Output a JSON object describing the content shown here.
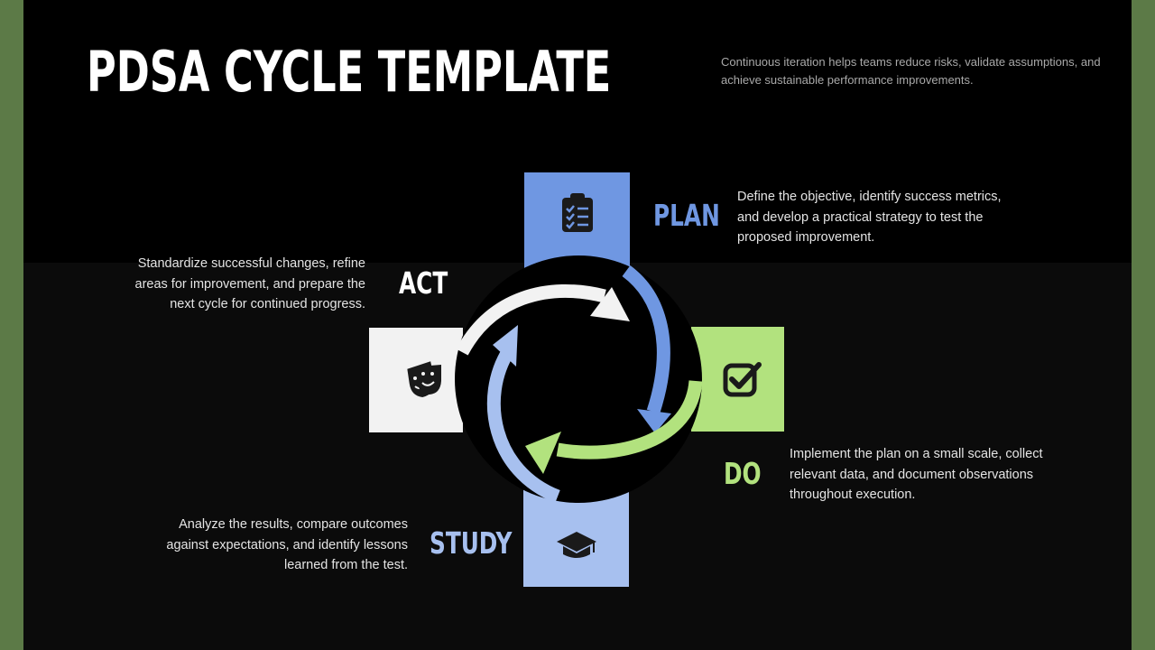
{
  "title": "PDSA CYCLE TEMPLATE",
  "subtitle": "Continuous iteration helps teams reduce risks, validate assumptions, and achieve sustainable performance improvements.",
  "colors": {
    "plan": "#6f97e2",
    "do": "#b2e27e",
    "study": "#a7c0ef",
    "act": "#f2f2f2",
    "background": "#0b0b0b"
  },
  "stages": {
    "plan": {
      "label": "PLAN",
      "icon": "clipboard-checklist-icon",
      "description": "Define the objective, identify success metrics, and develop a practical strategy to test the proposed improvement."
    },
    "do": {
      "label": "DO",
      "icon": "checkbox-icon",
      "description": "Implement the plan on a small scale, collect relevant data, and document observations throughout execution."
    },
    "study": {
      "label": "STUDY",
      "icon": "graduation-cap-icon",
      "description": "Analyze the results, compare outcomes against expectations, and identify lessons learned from the test."
    },
    "act": {
      "label": "ACT",
      "icon": "theater-masks-icon",
      "description": "Standardize successful changes, refine areas for improvement, and prepare the next cycle for continued progress."
    }
  }
}
